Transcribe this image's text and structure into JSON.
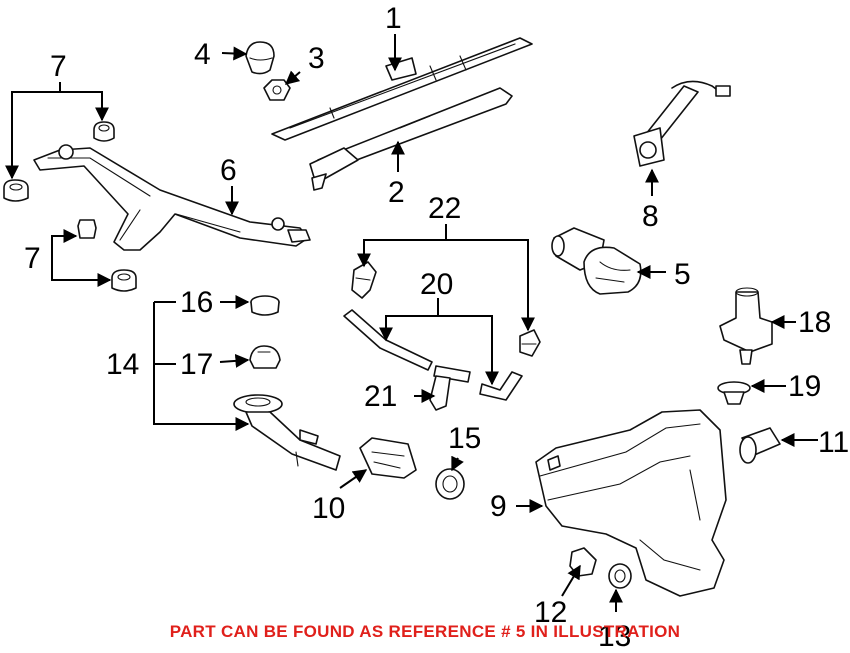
{
  "labels": {
    "l1": "1",
    "l2": "2",
    "l3": "3",
    "l4": "4",
    "l5": "5",
    "l6": "6",
    "l7a": "7",
    "l7b": "7",
    "l8": "8",
    "l9": "9",
    "l10": "10",
    "l11": "11",
    "l12": "12",
    "l13": "13",
    "l14": "14",
    "l15": "15",
    "l16": "16",
    "l17": "17",
    "l18": "18",
    "l19": "19",
    "l20": "20",
    "l21": "21",
    "l22": "22"
  },
  "footer": {
    "note": "PART CAN BE FOUND AS REFERENCE # 5 IN ILLUSTRATION",
    "color": "#e0201b"
  },
  "colors": {
    "line": "#000000",
    "part_fill": "#ffffff"
  }
}
